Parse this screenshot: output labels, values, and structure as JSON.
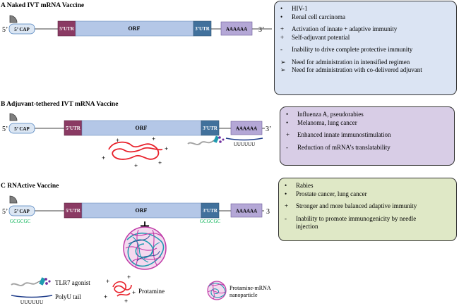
{
  "panel_a": {
    "title": "A Naked IVT mRNA Vaccine",
    "five_prime": "5’",
    "three_prime": "3’",
    "cap": "5’ CAP",
    "utr5": "5’UTR",
    "orf": "ORF",
    "utr3": "3’UTR",
    "polya": "AAAAAA",
    "box": [
      {
        "marker": "•",
        "text": "HIV-1"
      },
      {
        "marker": "•",
        "text": "Renal cell carcinoma"
      },
      {
        "gap": true
      },
      {
        "marker": "+",
        "text": "Activation of innate + adaptive immunity"
      },
      {
        "marker": "+",
        "text": "Self-adjuvant potential"
      },
      {
        "gap": true
      },
      {
        "marker": "-",
        "text": "Inability to drive complete protective immunity"
      },
      {
        "gap": true
      },
      {
        "marker": "➢",
        "text": "Need for administration in intensified regimen"
      },
      {
        "marker": "➢",
        "text": "Need for administration with co-delivered adjuvant"
      }
    ]
  },
  "panel_b": {
    "title": "B Adjuvant-tethered IVT mRNA Vaccine",
    "five_prime": "5’",
    "three_prime": "3’",
    "cap": "5’ CAP",
    "utr5": "5’UTR",
    "orf": "ORF",
    "utr3": "3’UTR",
    "polya": "AAAAAA",
    "polyu": "UUUUUU",
    "box": [
      {
        "marker": "•",
        "text": "Influenza A, pseudorabies"
      },
      {
        "marker": "•",
        "text": "Melanoma, lung cancer"
      },
      {
        "gap": true
      },
      {
        "marker": "+",
        "text": "Enhanced innate immunostimulation"
      },
      {
        "gap": true
      },
      {
        "marker": "-",
        "text": "Reduction of mRNA’s translatability"
      }
    ]
  },
  "panel_c": {
    "title": "C RNActive Vaccine",
    "five_prime": "5’",
    "three_prime": "3",
    "cap": "5’ CAP",
    "utr5": "5’UTR",
    "orf": "ORF",
    "utr3": "3’UTR",
    "polya": "AAAAAA",
    "gc_left": "GCGCGC",
    "gc_right": "GCGCGC",
    "plus": "+",
    "box": [
      {
        "marker": "•",
        "text": "Rabies"
      },
      {
        "marker": "•",
        "text": "Prostate cancer, lung cancer"
      },
      {
        "gap": true
      },
      {
        "marker": "+",
        "text": "Stronger and more balanced adaptive immunity"
      },
      {
        "gap": true
      },
      {
        "marker": "-",
        "text": "Inability to promote immunogenicity by needle"
      },
      {
        "marker": "",
        "text": "injection"
      }
    ]
  },
  "legend": {
    "tlr7": "TLR7 agonist",
    "polyu_label": "PolyU tail",
    "polyu_seq": "UUUUUU",
    "protamine": "Protamine",
    "nanoparticle_line1": "Protamine-mRNA",
    "nanoparticle_line2": "nanoparticle"
  },
  "colors": {
    "cap_fill": "#dbe6f3",
    "utr5": "#8a3a63",
    "orf": "#b4c7e7",
    "utr3": "#41719c",
    "polya": "#b4a7d6",
    "protamine_red": "#e8202a",
    "gc_green": "#00b050",
    "box_a": "#dbe4f3",
    "box_b": "#d8cde6",
    "box_c": "#dfe8c6"
  }
}
